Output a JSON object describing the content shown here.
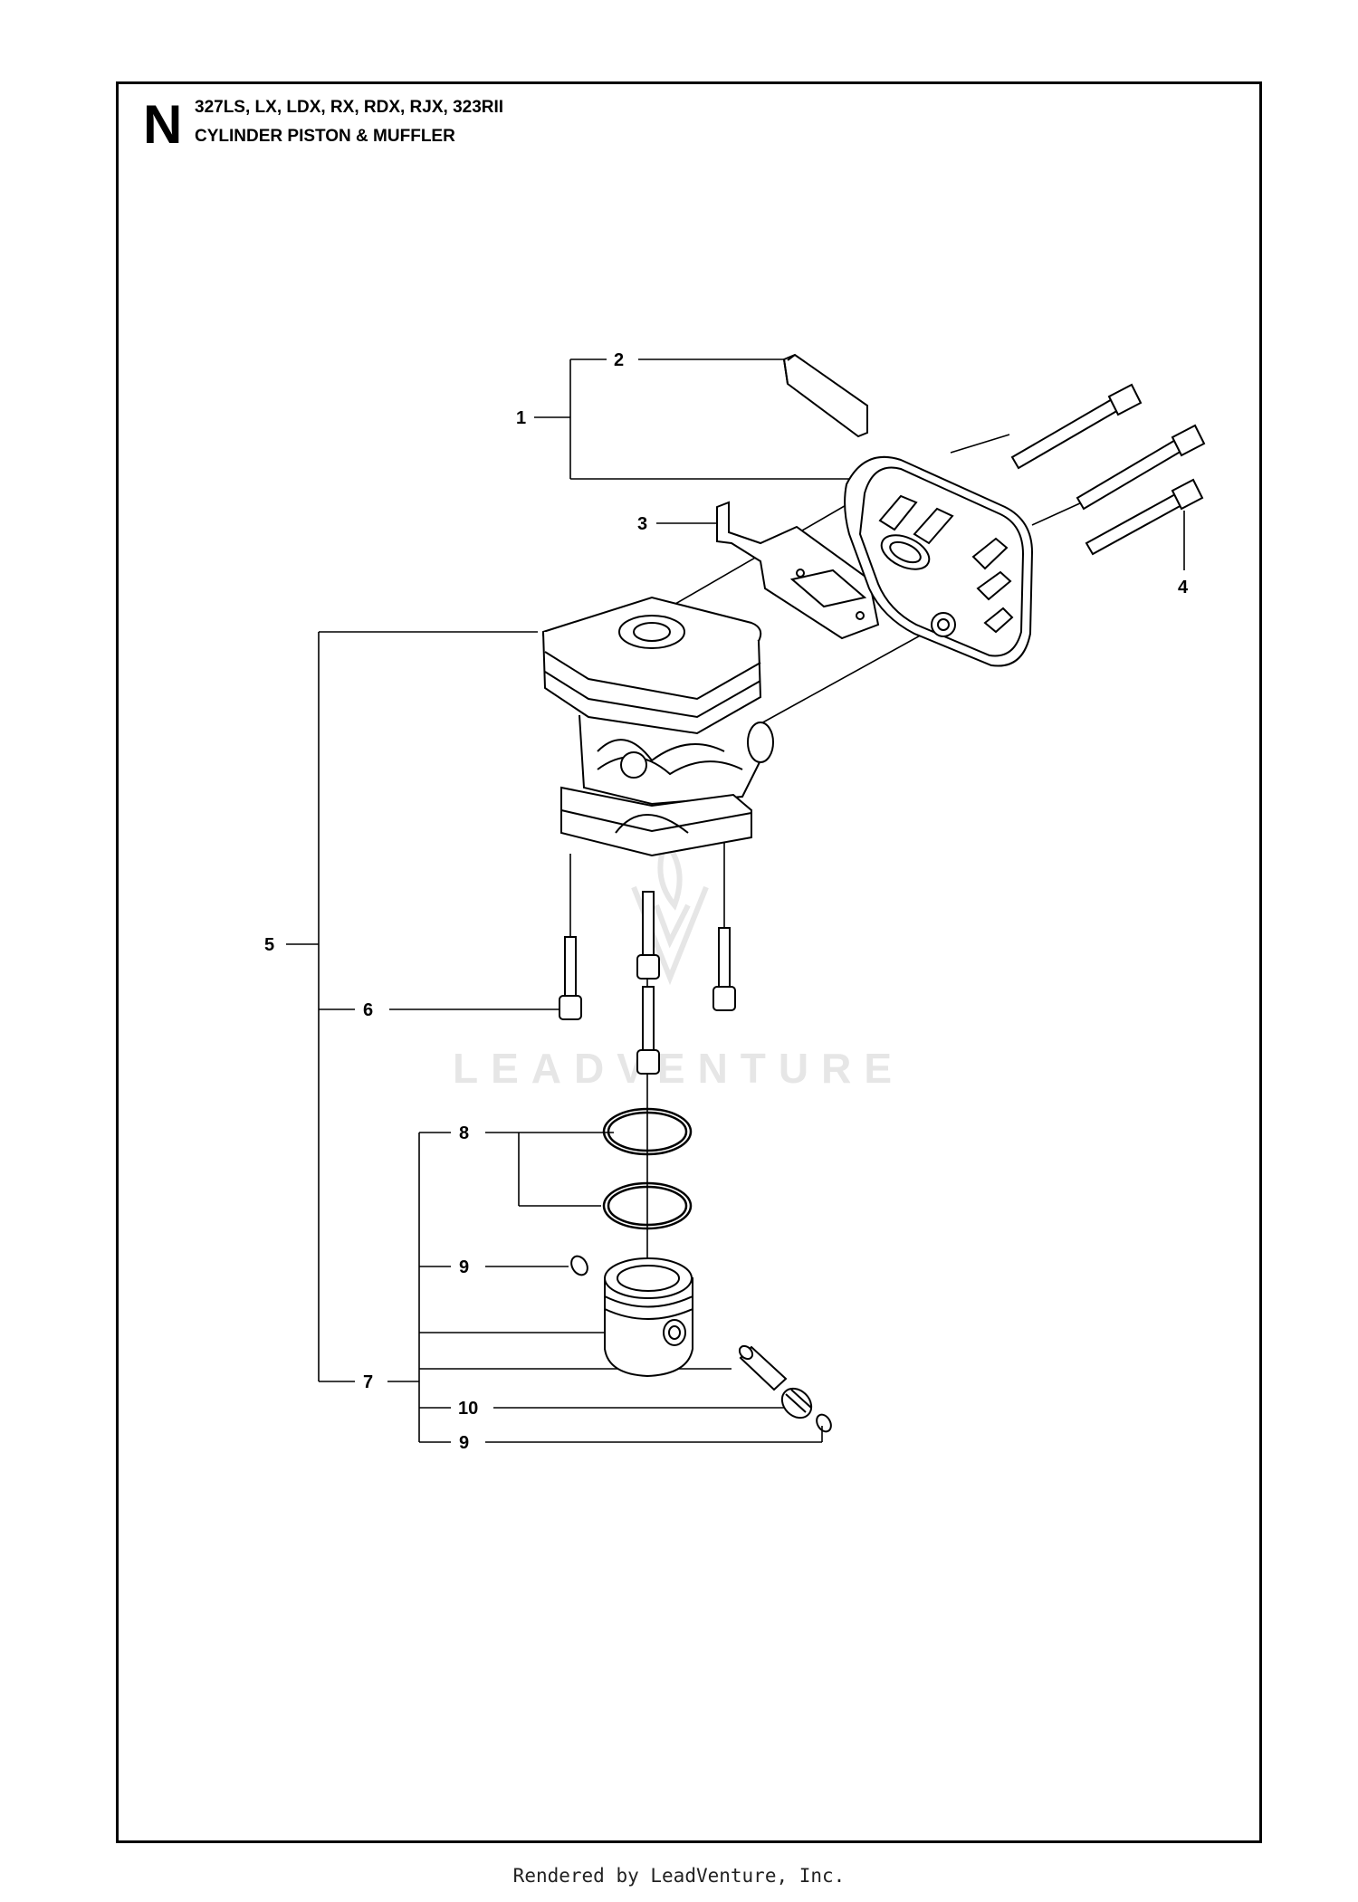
{
  "header": {
    "section_letter": "N",
    "models": "327LS, LX, LDX, RX, RDX, RJX, 323RII",
    "title": "CYLINDER PISTON & MUFFLER"
  },
  "callouts": {
    "c1": "1",
    "c2": "2",
    "c3": "3",
    "c4": "4",
    "c5": "5",
    "c6": "6",
    "c7": "7",
    "c8": "8",
    "c9a": "9",
    "c9b": "9",
    "c10": "10"
  },
  "watermark": "LEADVENTURE",
  "footer": "Rendered by LeadVenture, Inc."
}
